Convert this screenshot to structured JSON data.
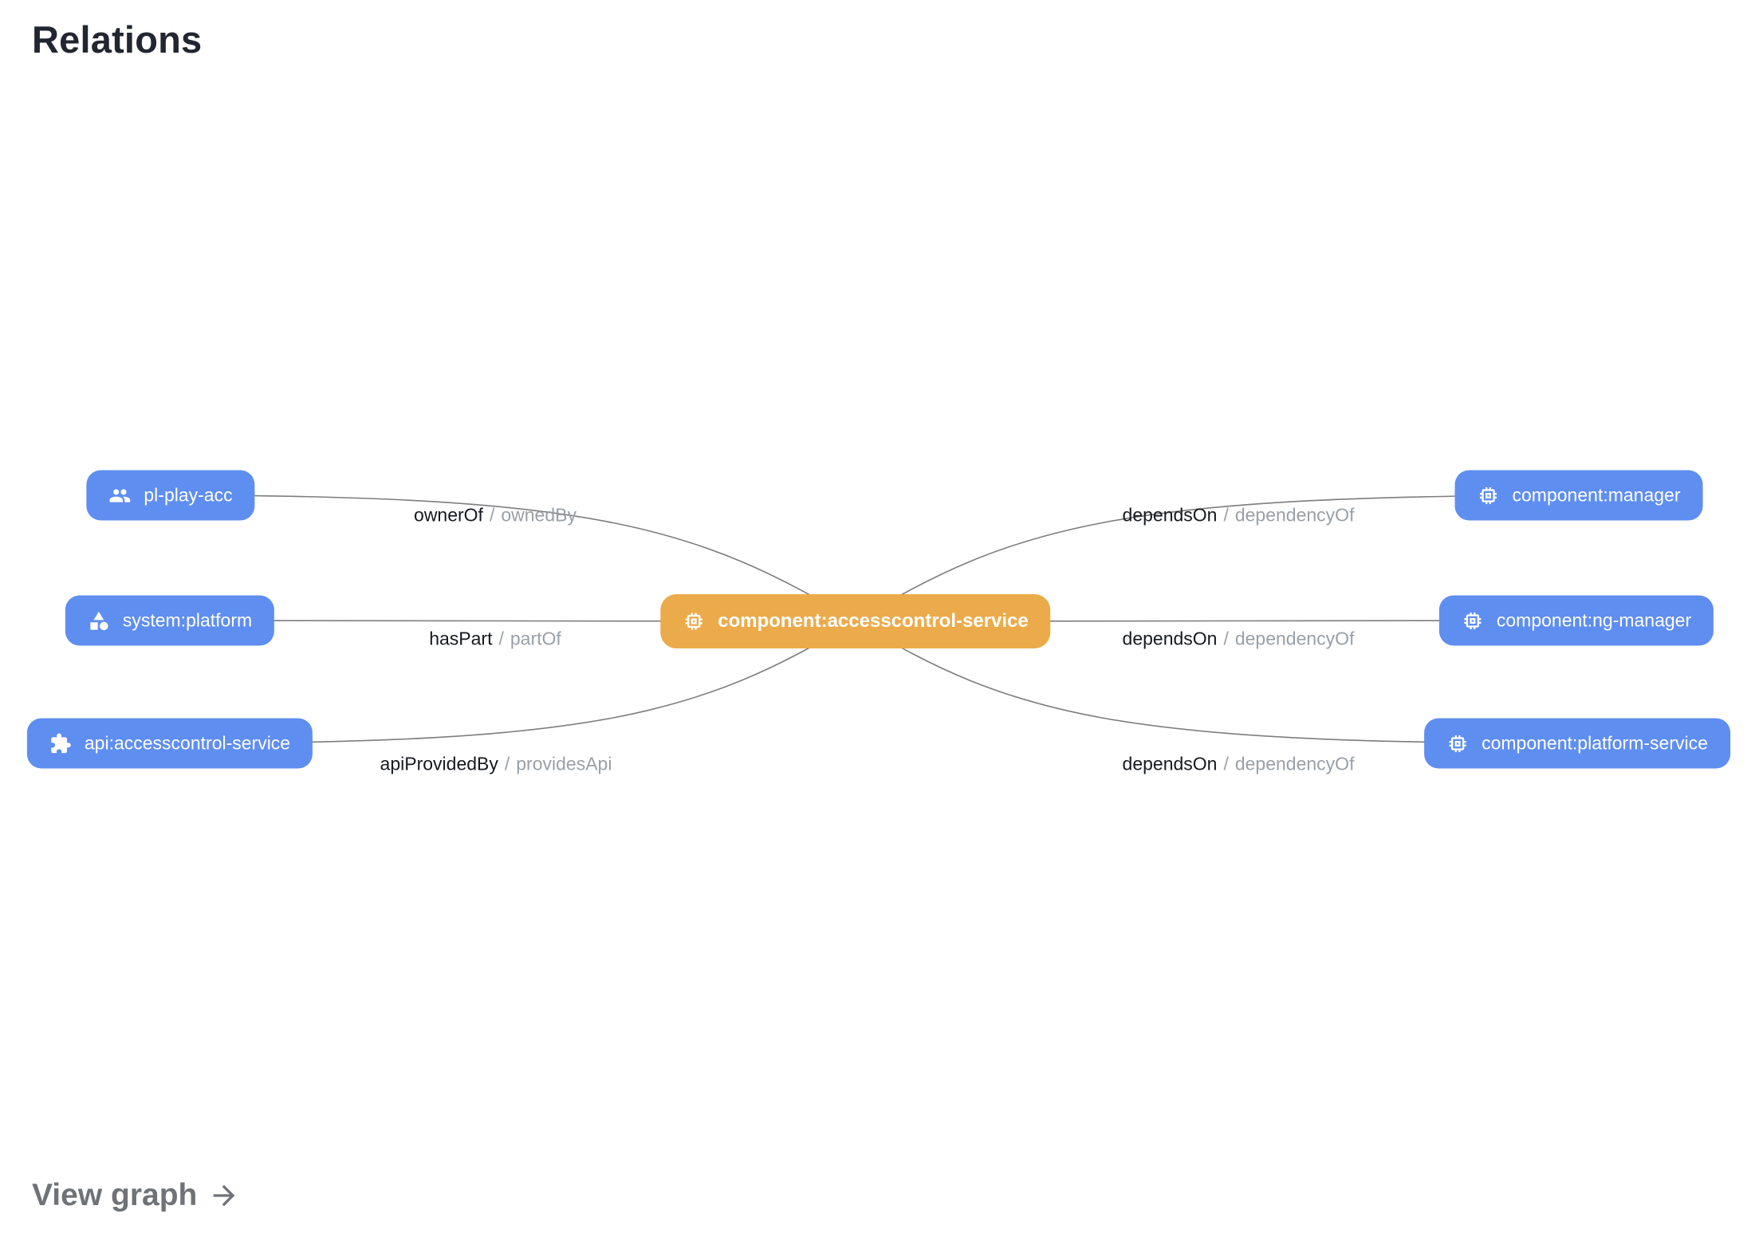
{
  "page": {
    "title": "Relations",
    "footer_link": "View graph"
  },
  "separator": "/",
  "colors": {
    "node_blue": "#5f8ef1",
    "node_orange": "#ecab4a",
    "edge_stroke": "#7d7d7d",
    "label_primary": "#16191e",
    "label_secondary": "#9aa0a8",
    "title_text": "#222630",
    "footer_text": "#6f7276",
    "node_text": "#ffffff"
  },
  "graph": {
    "center_node": {
      "label": "component:accesscontrol-service",
      "icon": "memory-chip-icon"
    },
    "left_nodes": [
      {
        "label": "pl-play-acc",
        "icon": "group-icon"
      },
      {
        "label": "system:platform",
        "icon": "category-icon"
      },
      {
        "label": "api:accesscontrol-service",
        "icon": "extension-puzzle-icon"
      }
    ],
    "right_nodes": [
      {
        "label": "component:manager",
        "icon": "memory-chip-icon"
      },
      {
        "label": "component:ng-manager",
        "icon": "memory-chip-icon"
      },
      {
        "label": "component:platform-service",
        "icon": "memory-chip-icon"
      }
    ],
    "edges": [
      {
        "forward": "ownerOf",
        "reverse": "ownedBy"
      },
      {
        "forward": "hasPart",
        "reverse": "partOf"
      },
      {
        "forward": "apiProvidedBy",
        "reverse": "providesApi"
      },
      {
        "forward": "dependsOn",
        "reverse": "dependencyOf"
      },
      {
        "forward": "dependsOn",
        "reverse": "dependencyOf"
      },
      {
        "forward": "dependsOn",
        "reverse": "dependencyOf"
      }
    ]
  }
}
